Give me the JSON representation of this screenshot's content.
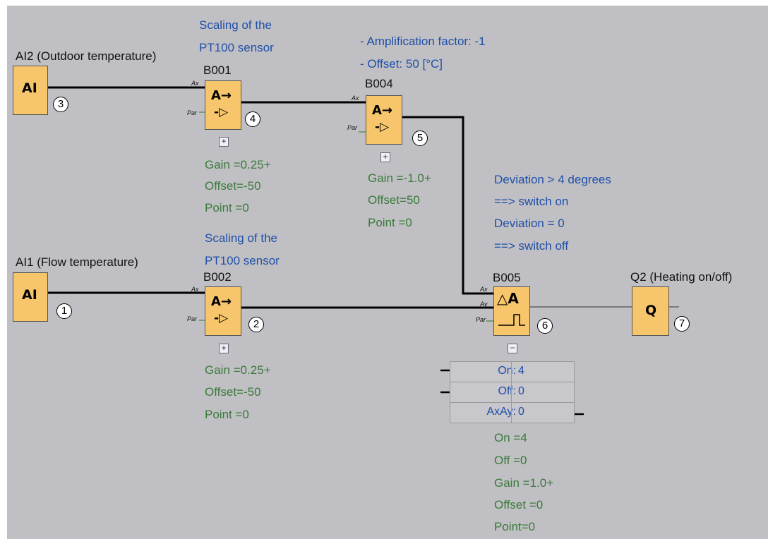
{
  "ai2": {
    "title": "AI2  (Outdoor temperature)",
    "block_label": "AI",
    "marker": "3"
  },
  "ai1": {
    "title": "AI1  (Flow temperature)",
    "block_label": "AI",
    "marker": "1"
  },
  "scaling_top": {
    "line1": "Scaling of the",
    "line2": "PT100 sensor"
  },
  "scaling_bottom": {
    "line1": "Scaling of the",
    "line2": "PT100 sensor"
  },
  "b001": {
    "title": "B001",
    "marker": "4",
    "pin_ax": "Ax",
    "pin_par": "Par",
    "expand": "+",
    "params": [
      "Gain  =0.25+",
      "Offset=-50",
      "Point =0"
    ]
  },
  "b002": {
    "title": "B002",
    "marker": "2",
    "pin_ax": "Ax",
    "pin_par": "Par",
    "expand": "+",
    "params": [
      "Gain  =0.25+",
      "Offset=-50",
      "Point =0"
    ]
  },
  "b004": {
    "title": "B004",
    "marker": "5",
    "pin_ax": "Ax",
    "pin_par": "Par",
    "expand": "+",
    "params": [
      "Gain  =-1.0+",
      "Offset=50",
      "Point =0"
    ]
  },
  "amp_note": {
    "line1": "- Amplification factor: -1",
    "line2": "- Offset: 50 [°C]"
  },
  "deviation_note": {
    "line1": "Deviation  > 4 degrees",
    "line2": "==> switch on",
    "line3": "Deviation = 0",
    "line4": "==> switch off"
  },
  "b005": {
    "title": "B005",
    "marker": "6",
    "pin_ax": "Ax",
    "pin_ay": "Ay",
    "pin_par": "Par",
    "expand": "−",
    "table": [
      {
        "key": "On:",
        "value": "4"
      },
      {
        "key": "Off:",
        "value": "0"
      },
      {
        "key": "AxAy:",
        "value": "0"
      }
    ],
    "params": [
      "On     =4",
      "Off    =0",
      "Gain   =1.0+",
      "Offset =0",
      "Point=0"
    ]
  },
  "q2": {
    "title": "Q2 (Heating on/off)",
    "block_label": "Q",
    "marker": "7"
  },
  "colors": {
    "background": "#c0c0c4",
    "block": "#f7c66c",
    "annotation_blue": "#1f4fa8",
    "param_green": "#3a7a3a"
  }
}
